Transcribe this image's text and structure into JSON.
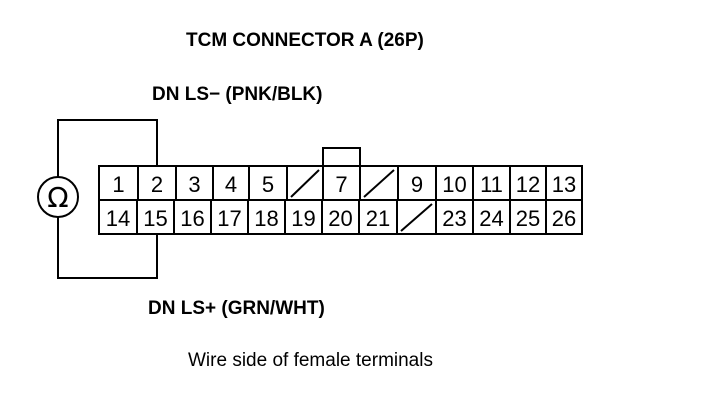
{
  "title": "TCM CONNECTOR A (26P)",
  "wire_top": "DN LS− (PNK/BLK)",
  "wire_bottom": "DN LS+ (GRN/WHT)",
  "caption": "Wire side of female terminals",
  "meter_symbol": "Ω",
  "connector": {
    "top_row": [
      "1",
      "2",
      "3",
      "4",
      "5",
      "",
      "7",
      "",
      "9",
      "10",
      "11",
      "12",
      "13"
    ],
    "bottom_row": [
      "14",
      "15",
      "16",
      "17",
      "18",
      "19",
      "20",
      "21",
      "",
      "23",
      "24",
      "25",
      "26"
    ]
  }
}
